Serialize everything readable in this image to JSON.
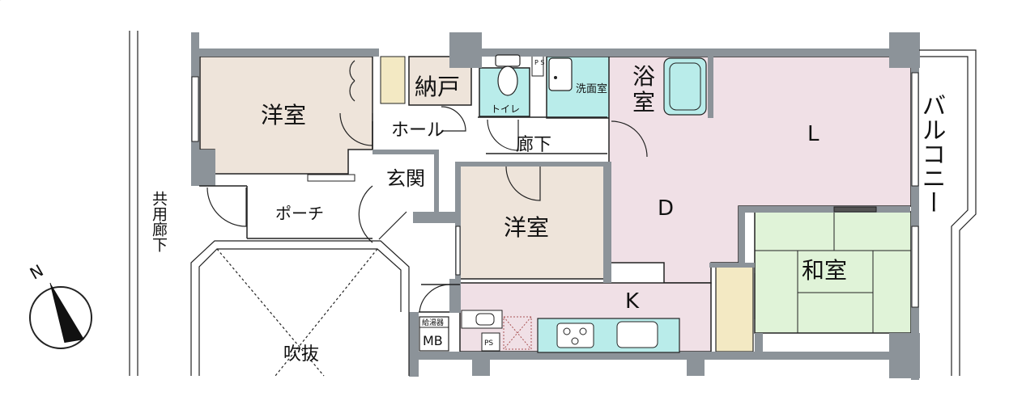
{
  "rooms": {
    "western_room_1": "洋室",
    "storage": "納戸",
    "hall": "ホール",
    "toilet": "トイレ",
    "washroom": "洗面室",
    "bath": "浴室",
    "living": "L",
    "corridor": "廊下",
    "entrance": "玄関",
    "western_room_2": "洋室",
    "dining": "D",
    "japanese_room": "和室",
    "kitchen": "K",
    "porch": "ポーチ",
    "balcony": "バルコニー",
    "common_corridor": "共用廊下",
    "atrium": "吹抜"
  },
  "fixtures": {
    "ps_top": "P S",
    "ps_kitchen": "PS",
    "water_heater": "給湯器",
    "meter_box": "MB"
  },
  "compass": {
    "north": "N"
  },
  "colors": {
    "wall": "#8c9399",
    "western": "#eee4da",
    "wet": "#b9ecea",
    "living": "#f0e0e6",
    "tatami": "#e0f3d8",
    "closet": "#f3e9c3"
  }
}
